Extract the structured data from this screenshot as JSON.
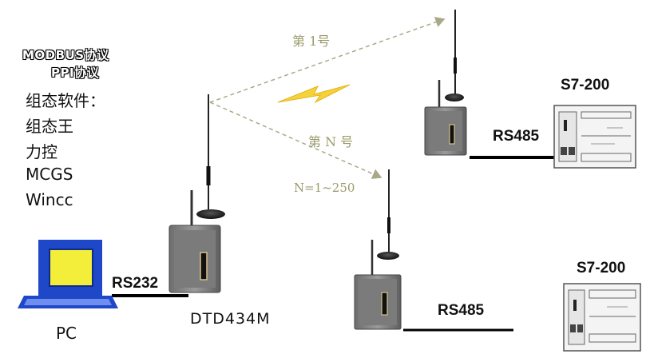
{
  "protocols": {
    "line1": "MODBUS协议",
    "line2": "PPI协议"
  },
  "software": {
    "heading": "组态软件：",
    "items": [
      "组态王",
      "力控",
      "MCGS",
      "Wincc"
    ]
  },
  "nodes": {
    "pc_label": "PC",
    "master_label": "DTD434M",
    "plc1_label": "S7-200",
    "plc2_label": "S7-200"
  },
  "links": {
    "rs232": "RS232",
    "rs485_top": "RS485",
    "rs485_bottom": "RS485",
    "link_first": "第 1号",
    "link_nth": "第 N 号",
    "range": "N=1~250"
  },
  "colors": {
    "radio_dash": "#a9a98a",
    "bolt": "#f5d23a",
    "laptop_blue": "#1e48c8",
    "laptop_screen": "#f2ee3a",
    "cable": "#000000"
  }
}
